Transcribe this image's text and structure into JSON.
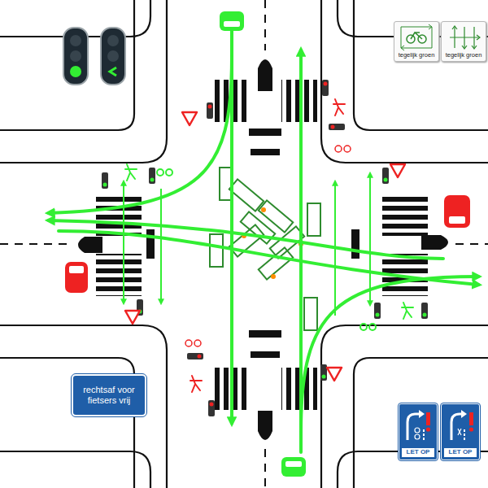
{
  "diagram": {
    "nodes": [
      {
        "text": [
          "tegelijk groen"
        ]
      },
      {
        "text": [
          "tegelijk groen"
        ]
      },
      {
        "text": [
          "rechtsaf voor fietsers vrij"
        ]
      },
      {
        "text": [
          "LET OP"
        ]
      },
      {
        "text": [
          "LET OP"
        ]
      }
    ]
  }
}
